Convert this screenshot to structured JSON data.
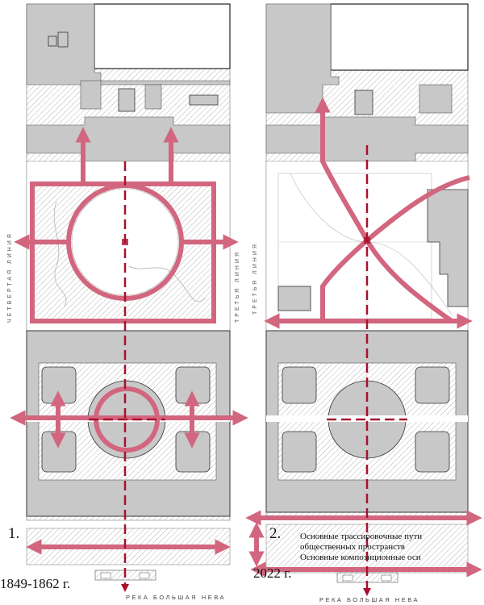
{
  "colors": {
    "route": "#d2667f",
    "axis": "#a8122e",
    "building": "#c8c8c8",
    "outline": "#333333"
  },
  "left_panel": {
    "number": "1.",
    "year": "1849-1862 г.",
    "street_left": "ЧЕТВЕРТАЯ ЛИНИЯ",
    "street_right": "ТРЕТЬЯ ЛИНИЯ"
  },
  "right_panel": {
    "number": "2.",
    "year": "2022 г.",
    "street_right": "ТРЕТЬЯ ЛИНИЯ"
  },
  "river": "РЕКА БОЛЬШАЯ НЕВА",
  "legend": {
    "routes_line1": "Основные трассировочные пути",
    "routes_line2": "общественных пространств",
    "axes": "Основные композиционные оси"
  }
}
